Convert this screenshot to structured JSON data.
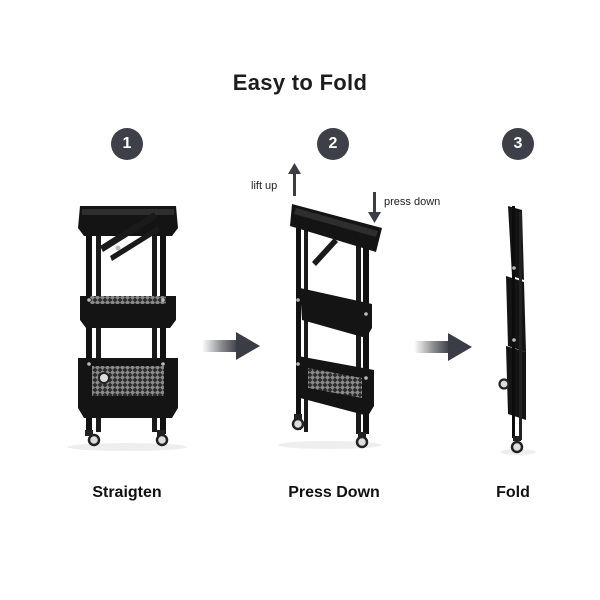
{
  "title": "Easy to Fold",
  "steps": [
    {
      "number": "1",
      "label": "Straigten"
    },
    {
      "number": "2",
      "label": "Press Down"
    },
    {
      "number": "3",
      "label": "Fold"
    }
  ],
  "annotations": {
    "lift_up": "lift up",
    "press_down": "press down"
  },
  "colors": {
    "badge": "#3d4048",
    "arrow": "#3a3d45",
    "cart": "#1a1a1a"
  },
  "icons": [
    "cart-unfolded",
    "cart-pressed",
    "cart-folded",
    "right-arrow-icon",
    "up-arrow-icon",
    "down-arrow-icon"
  ]
}
